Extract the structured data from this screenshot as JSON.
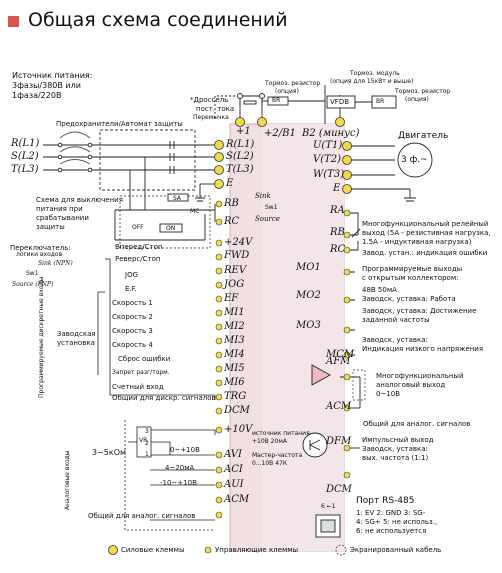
{
  "title": "Общая схема соединений",
  "power_source": [
    "Источник питания:",
    "3фазы/380В или",
    "1фаза/220В"
  ],
  "fuse_label": "Предохранители/Автомат защиты",
  "choke_label": [
    "*Дроссель",
    "пост. тока"
  ],
  "jumper_label": "Перемычка",
  "brake_module": [
    "Тормоз. модуль",
    "(опция для 15кВт и выше)"
  ],
  "brake_resistor_top": [
    "Тормоз. резистор",
    "(опция)"
  ],
  "brake_resistor_right": [
    "Тормоз. резистор",
    "(опция)"
  ],
  "br_label": "BR",
  "vfdb_label": "VFDB",
  "br_small": "BR",
  "b2_label": "B2 (минус)",
  "plus1": "+1",
  "plus2": "+2/B1",
  "input_lines": [
    "R(L1)",
    "S(L2)",
    "T(L3)"
  ],
  "input_terms": [
    "R(L1)",
    "S(L2)",
    "T(L3)",
    "E"
  ],
  "output_terms": [
    "U(T1)",
    "V(T2)",
    "W(T3)",
    "E"
  ],
  "motor_label": "Двигатель",
  "motor_symbol": "3 ф.~",
  "cutoff_scheme": [
    "Схема для выключения",
    "питания при",
    "срабатывании",
    "защиты"
  ],
  "sa_label": "SA",
  "mc_label": "MC",
  "off_label": "OFF",
  "on_label": "ON",
  "rb_rc": [
    "RB",
    "RC"
  ],
  "sink_source": [
    "Sink",
    "Sw1",
    "Source"
  ],
  "switches_label": [
    "Переключатель:",
    "логики входов"
  ],
  "sink_npn": "Sink (NPN)",
  "sw1": "Sw1",
  "source_pnp": "Source (PNP)",
  "plus24": "+24V",
  "fwd_term": "FWD",
  "digital_inputs": [
    {
      "label": "Вперед/Стоп",
      "term": "FWD"
    },
    {
      "label": "Реверс/Стоп",
      "term": "REV"
    },
    {
      "label": "JOG",
      "term": "JOG"
    },
    {
      "label": "E.F.",
      "term": "EF"
    },
    {
      "label": "Скорость 1",
      "term": "MI1"
    },
    {
      "label": "Скорость 2",
      "term": "MI2"
    },
    {
      "label": "Скорость 3",
      "term": "MI3"
    },
    {
      "label": "Скорость 4",
      "term": "MI4"
    },
    {
      "label": "Сброс ошибки",
      "term": "MI5"
    },
    {
      "label": "Запрет разг/торм.",
      "term": "MI6"
    },
    {
      "label": "Счетный вход",
      "term": "TRG"
    }
  ],
  "digital_common": "Общий для дискр. сигналов",
  "dcm": "DCM",
  "factory_setting": [
    "Заводская",
    "установка"
  ],
  "prog_inputs_vert": "Программируемые дискретные входы",
  "relay_terms": [
    "RA",
    "RB",
    "RC"
  ],
  "relay_desc": [
    "Многофункциональный релейный",
    "выход (5А - резистивная нагрузка,",
    "1.5А - индуктивная нагрузка)"
  ],
  "relay_factory": "Завод. устан.: индикация ошибки",
  "mo_desc": [
    "Программируемые выходы",
    "с открытым коллектором:",
    "48В 50мА",
    "Заводск, уставка: Работа"
  ],
  "mo_terms": [
    "MO1",
    "MO2",
    "MO3",
    "MCM"
  ],
  "mo2_desc": [
    "Заводск, уставка: Достижение",
    "заданной частоты"
  ],
  "mo3_desc": [
    "Заводск, уставка:",
    "Индикация низкого напряжения"
  ],
  "afm_term": "AFM",
  "acm_term": "ACM",
  "afm_desc": [
    "Многофункциональный",
    "аналоговый выход",
    "0~10В"
  ],
  "analog_common_right": "Общий для аналог. сигналов",
  "dfm_term": "DFM",
  "dfm_desc": [
    "Импульсный выход",
    "Заводск, уставка:",
    "вых. частота (1:1)"
  ],
  "dcm_term": "DCM",
  "rs485_pins": "6 ←1",
  "rs485_title": "Порт RS-485",
  "rs485_desc": [
    "1: EV  2: GND  3: SG-",
    "4: SG+  5: не использ.,",
    "6: не используется"
  ],
  "analog_vert": "Аналоговые входы",
  "pot_label": "3~5кОм",
  "vr_label": "VR",
  "pot_pins": [
    "3",
    "2",
    "1"
  ],
  "plus10": "+10V",
  "plus10_desc": [
    "источник питания",
    "+10В 20мА"
  ],
  "avi_term": "AVI",
  "avi_desc": [
    "Мастер-частота",
    "0...10В 47К"
  ],
  "aci_term": "ACI",
  "aui_term": "AUI",
  "acm_bottom": "ACM",
  "analog_ranges": [
    "0~+10В",
    "4~20мА",
    "-10~+10В"
  ],
  "analog_common_left": "Общий для аналог. сигналов",
  "legend": [
    {
      "symbol": "power",
      "label": "Силовые клеммы"
    },
    {
      "symbol": "control",
      "label": "Управляющие клеммы"
    },
    {
      "symbol": "shield",
      "label": "Экранированный кабель"
    }
  ],
  "colors": {
    "accent": "#d9534f",
    "terminal_fill": "#f2d94a",
    "panel": "#f2dfe2",
    "afm_triangle": "#f2b8c6"
  }
}
